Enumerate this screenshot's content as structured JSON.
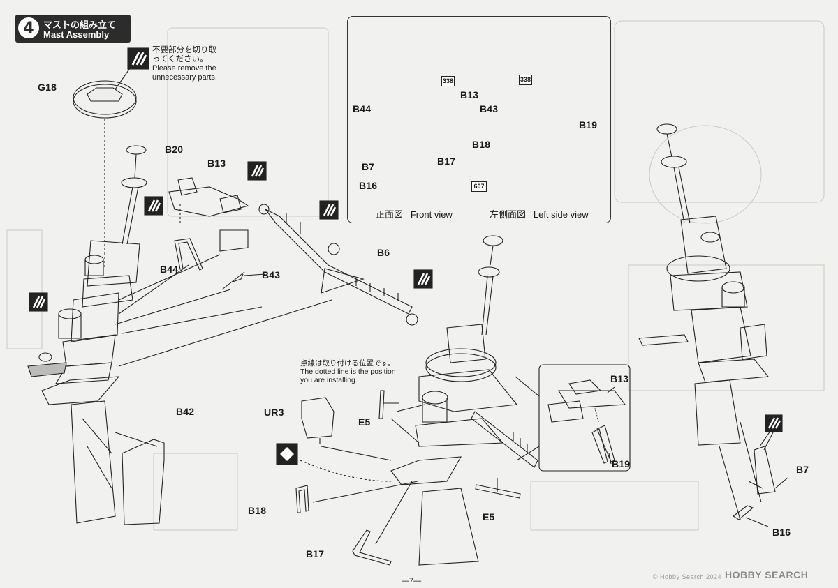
{
  "step": {
    "number": "4",
    "title_ja": "マストの組み立て",
    "title_en": "Mast Assembly"
  },
  "notes": {
    "remove_ja_1": "不要部分を切り取",
    "remove_ja_2": "ってください。",
    "remove_en_1": "Please remove the",
    "remove_en_2": "unnecessary parts.",
    "dotted_ja": "点線は取り付ける位置です。",
    "dotted_en_1": "The dotted line is the position",
    "dotted_en_2": "you are installing."
  },
  "inset": {
    "front_view_ja": "正面図",
    "front_view_en": "Front view",
    "side_view_ja": "左側面図",
    "side_view_en": "Left side view",
    "code_a": "338",
    "code_b": "607"
  },
  "parts": {
    "g18": "G18",
    "b20": "B20",
    "b13": "B13",
    "b44": "B44",
    "b43": "B43",
    "b6": "B6",
    "b42": "B42",
    "b13_inset": "B13",
    "b44_inset": "B44",
    "b43_inset": "B43",
    "b18_inset": "B18",
    "b17_inset": "B17",
    "b7_inset": "B7",
    "b16_inset": "B16",
    "b19_inset": "B19",
    "ur3": "UR3",
    "e5_a": "E5",
    "e5_b": "E5",
    "b18": "B18",
    "b17": "B17",
    "b13_detail": "B13",
    "b19_detail": "B19",
    "b7": "B7",
    "b16": "B16"
  },
  "footer": {
    "page_number": "—7—",
    "watermark": "HOBBY SEARCH",
    "copyright": "© Hobby Search 2024"
  }
}
